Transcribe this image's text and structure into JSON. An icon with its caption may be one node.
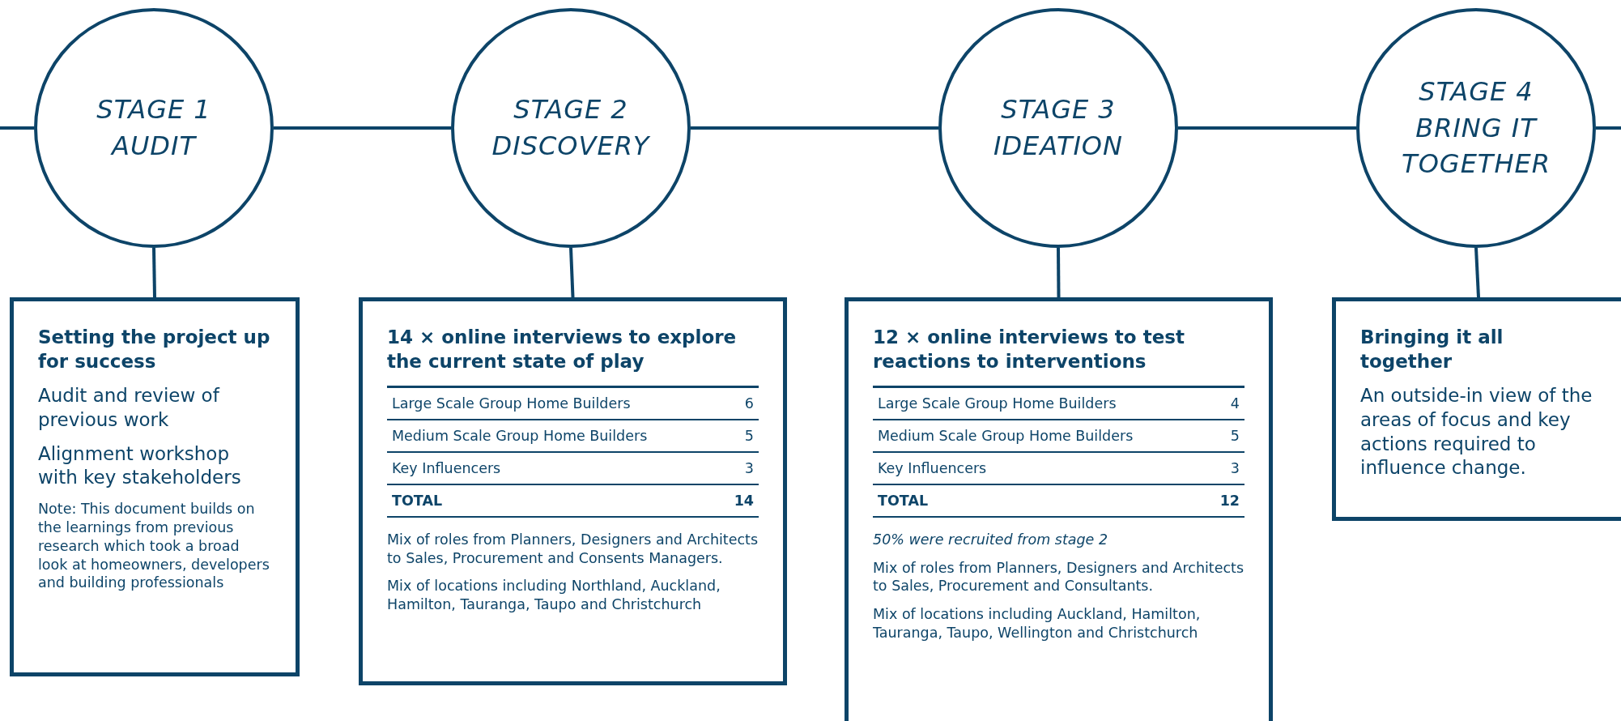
{
  "diagram": {
    "nodes": [
      {
        "text": [
          "STAGE 1 AUDIT"
        ]
      },
      {
        "text": [
          "STAGE 2 DISCOVERY"
        ]
      },
      {
        "text": [
          "STAGE 3 IDEATION"
        ]
      },
      {
        "text": [
          "STAGE 4 BRING IT TOGETHER"
        ]
      },
      {
        "text": [
          "Setting the project up for success",
          "Audit and review of previous work",
          "Alignment workshop with key stakeholders",
          "Note: This document builds on the learnings from previous research which took a broad look at homeowners, developers and building professionals"
        ]
      },
      {
        "text": [
          "14 × online interviews to explore the current state of play",
          "Mix of roles from Planners, Designers and Architects to Sales, Procurement and Consents Managers.",
          "Mix of locations including Northland, Auckland, Hamilton, Tauranga, Taupo and Christchurch"
        ]
      },
      {
        "text": [
          "12 × online interviews to test reactions to interventions",
          "50% were recruited from stage 2",
          "Mix of roles from Planners, Designers and Architects to Sales, Procurement and Consultants.",
          "Mix of locations including Auckland, Hamilton, Tauranga, Taupo, Wellington and Christchurch"
        ]
      },
      {
        "text": [
          "Bringing it all together",
          "An outside-in view of the areas of focus and key actions required to influence change."
        ]
      }
    ],
    "edges": [
      {
        "from": null,
        "to": 0,
        "arrow": "none"
      },
      {
        "from": 0,
        "to": 1,
        "arrow": "none"
      },
      {
        "from": 1,
        "to": 2,
        "arrow": "none"
      },
      {
        "from": 2,
        "to": 3,
        "arrow": "none"
      },
      {
        "from": 3,
        "to": null,
        "arrow": "none"
      },
      {
        "from": 0,
        "to": 4,
        "arrow": "none"
      },
      {
        "from": 1,
        "to": 5,
        "arrow": "none"
      },
      {
        "from": 2,
        "to": 6,
        "arrow": "none"
      },
      {
        "from": 3,
        "to": 7,
        "arrow": "none"
      }
    ],
    "labels": [
      "Large Scale Group Home Builders",
      "6",
      "Medium Scale Group Home Builders",
      "5",
      "Key Influencers",
      "3",
      "TOTAL",
      "14",
      "Large Scale Group Home Builders",
      "4",
      "Medium Scale Group Home Builders",
      "5",
      "Key Influencers",
      "3",
      "TOTAL",
      "12"
    ]
  }
}
